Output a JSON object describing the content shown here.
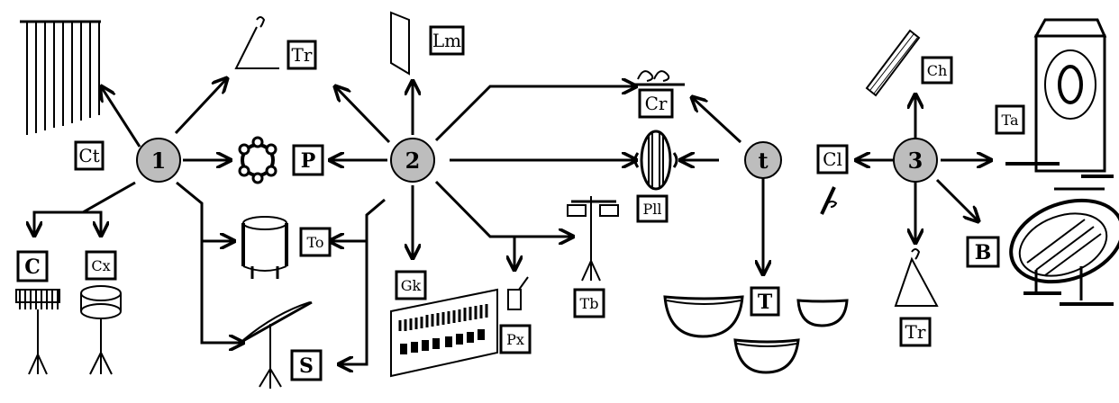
{
  "hubs": {
    "hub1": "1",
    "hub2": "2",
    "hubt": "t",
    "hub3": "3"
  },
  "labels": {
    "ct": "Ct",
    "tr_top": "Tr",
    "lm": "Lm",
    "cr": "Cr",
    "ch": "Ch",
    "ta": "Ta",
    "p": "P",
    "pll": "Pll",
    "cl": "Cl",
    "c": "C",
    "cx": "Cx",
    "to": "To",
    "gk": "Gk",
    "px": "Px",
    "tb": "Tb",
    "t": "T",
    "tr_bottom": "Tr",
    "b": "B",
    "s": "S"
  },
  "colors": {
    "hub_fill": "#bdbdbd",
    "ink": "#000000",
    "background": "#ffffff"
  }
}
